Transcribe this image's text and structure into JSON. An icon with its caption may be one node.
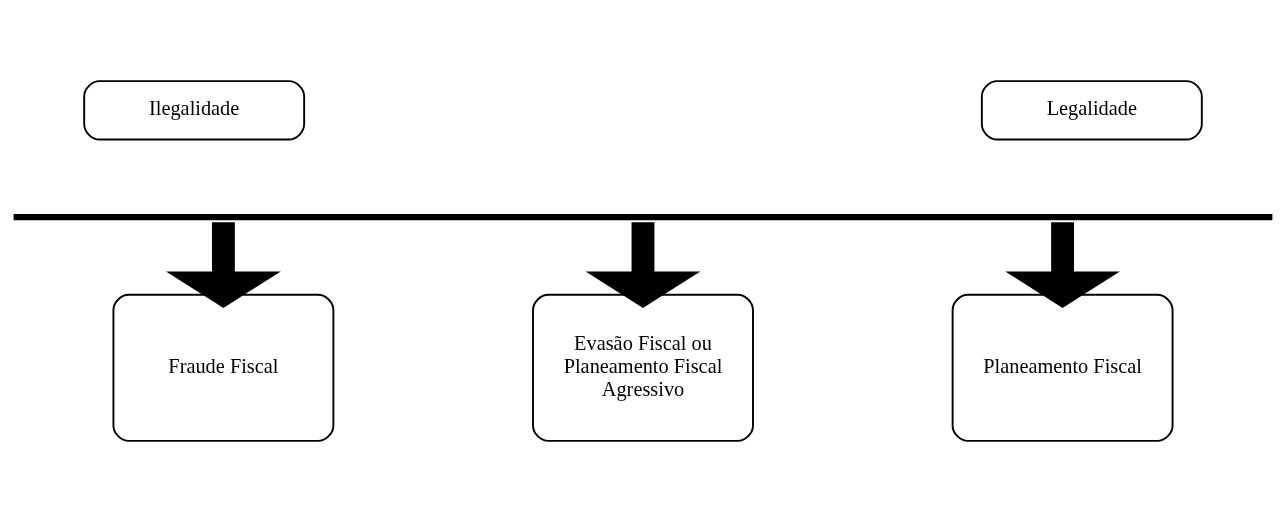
{
  "diagram": {
    "nodes": [
      {
        "text": [
          "Ilegalidade"
        ]
      },
      {
        "text": [
          "Legalidade"
        ]
      },
      {
        "text": [],
        "shape": "bar"
      },
      {
        "text": [
          "Fraude Fiscal"
        ]
      },
      {
        "text": [
          "Evasão Fiscal ou Planeamento Fiscal Agressivo"
        ]
      },
      {
        "text": [
          "Planeamento Fiscal"
        ]
      }
    ],
    "edges": [
      {
        "from": 2,
        "to": 3,
        "arrow": "to"
      },
      {
        "from": 2,
        "to": 4,
        "arrow": "to"
      },
      {
        "from": 2,
        "to": 5,
        "arrow": "to"
      }
    ]
  }
}
